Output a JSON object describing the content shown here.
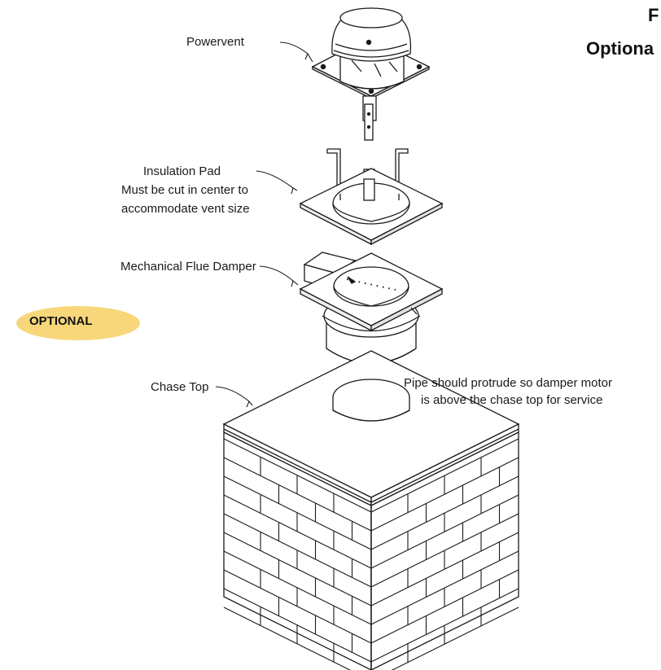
{
  "title": {
    "line1": "F",
    "line2": "Optiona"
  },
  "labels": {
    "powervent": "Powervent",
    "insulation_pad": "Insulation Pad",
    "insulation_note_1": "Must be cut in center to",
    "insulation_note_2": "accommodate vent size",
    "flue_damper": "Mechanical Flue Damper",
    "optional_badge": "OPTIONAL",
    "pipe_note_1": "Pipe should protrude so damper motor",
    "pipe_note_2": "is above the chase top for service",
    "chase_top": "Chase Top"
  },
  "colors": {
    "line": "#1a1a1a",
    "badge_fill": "#f7d77a",
    "badge_text": "#111111",
    "fill": "#ffffff"
  }
}
